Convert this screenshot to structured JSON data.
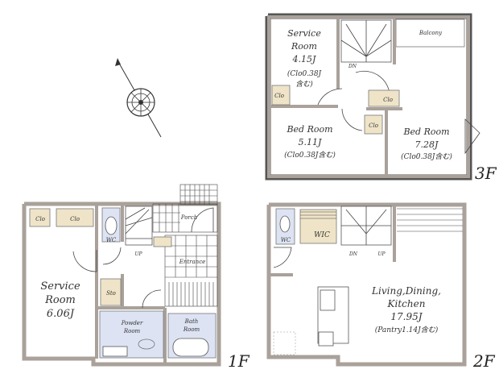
{
  "floors": {
    "f3": {
      "label": "3F",
      "service_room": {
        "name_1": "Service",
        "name_2": "Room",
        "area": "4.15J",
        "note_1": "(Clo0.38J",
        "note_2": "含む)"
      },
      "bed_room_a": {
        "name": "Bed Room",
        "area": "5.11J",
        "note": "(Clo0.38J含む)"
      },
      "bed_room_b": {
        "name": "Bed Room",
        "area": "7.28J",
        "note": "(Clo0.38J含む)"
      },
      "balcony": "Balcony",
      "closets": [
        "Clo",
        "Clo",
        "Clo"
      ],
      "stairs": "DN"
    },
    "f1": {
      "label": "1F",
      "service_room": {
        "name_1": "Service",
        "name_2": "Room",
        "area": "6.06J"
      },
      "closets": [
        "Clo",
        "Clo"
      ],
      "wc": "WC",
      "storage": "Sto",
      "porch": "Porch",
      "entrance": "Entrance",
      "powder_room": {
        "name_1": "Powder",
        "name_2": "Room"
      },
      "bath_room": {
        "name_1": "Bath",
        "name_2": "Room"
      },
      "stairs": "UP"
    },
    "f2": {
      "label": "2F",
      "wc": "WC",
      "wic": "WIC",
      "ldk": {
        "name_1": "Living,Dining,",
        "name_2": "Kitchen",
        "area": "17.95J",
        "note": "(Pantry1.14J含む)"
      },
      "stairs_dn": "DN",
      "stairs_up": "UP"
    }
  },
  "colors": {
    "wall": "#a9a19a",
    "closet": "#efe4c8",
    "wet_area": "#dde3f3"
  }
}
